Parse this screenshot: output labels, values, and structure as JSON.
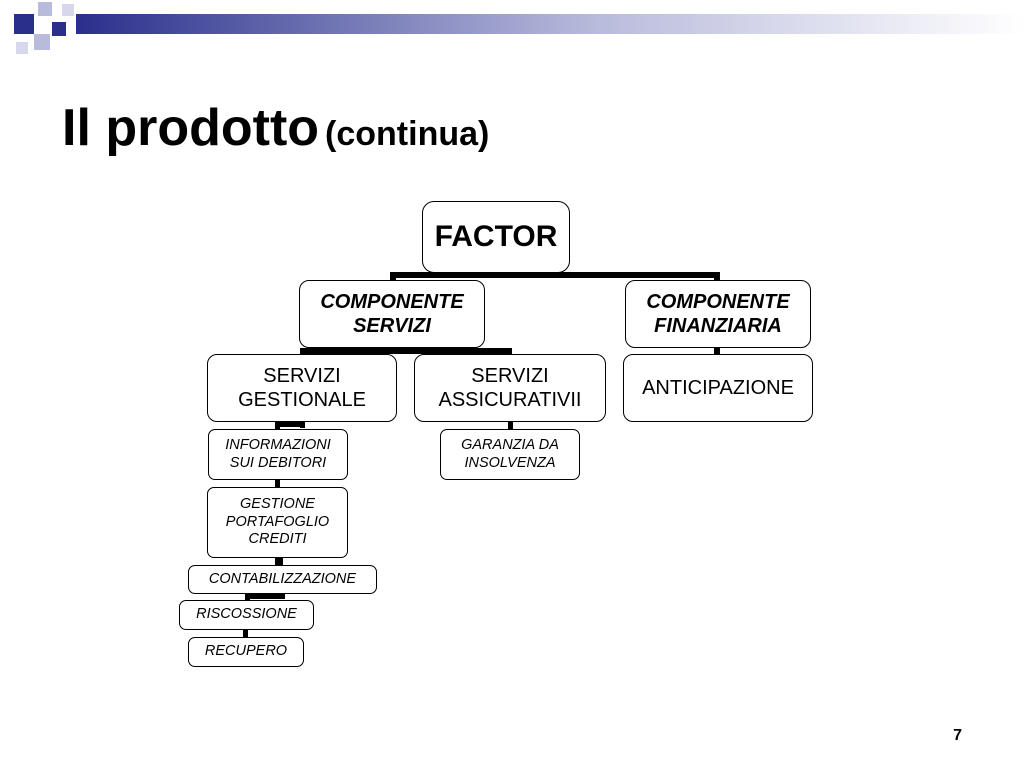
{
  "slide": {
    "title": "Il prodotto",
    "title_suffix": "(continua)",
    "page_number": "7",
    "accent_color": "#2b2f8c",
    "accent_light": "#9da0cf"
  },
  "tree": {
    "root": "FACTOR",
    "componente_servizi": "COMPONENTE\nSERVIZI",
    "componente_finanziaria": "COMPONENTE\nFINANZIARIA",
    "servizi_gestionale": "SERVIZI\nGESTIONALE",
    "servizi_assicurativi": "SERVIZI\nASSICURATIVII",
    "anticipazione": "ANTICIPAZIONE",
    "informazioni": "INFORMAZIONI\nSUI DEBITORI",
    "gestione": "GESTIONE\nPORTAFOGLIO\nCREDITI",
    "contabilizzazione": "CONTABILIZZAZIONE",
    "riscossione": "RISCOSSIONE",
    "recupero": "RECUPERO",
    "garanzia": "GARANZIA DA\nINSOLVENZA"
  }
}
